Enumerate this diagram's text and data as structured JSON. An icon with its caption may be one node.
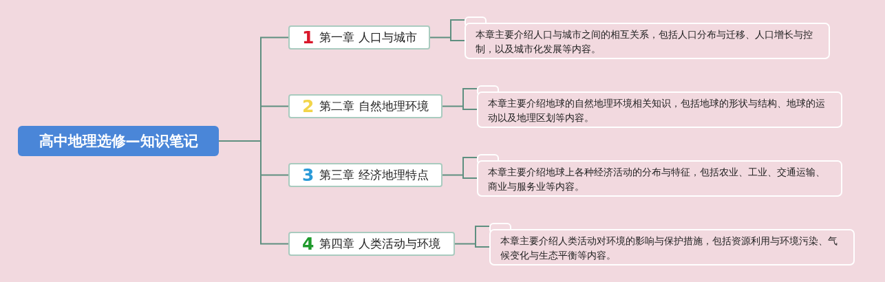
{
  "diagram": {
    "nodes": [
      {
        "text": [
          "高中地理选修—知识笔记"
        ]
      },
      {
        "text": [
          "1",
          "第一章 人口与城市"
        ]
      },
      {
        "text": [
          "2",
          "第二章 自然地理环境"
        ]
      },
      {
        "text": [
          "3",
          "第三章 经济地理特点"
        ]
      },
      {
        "text": [
          "4",
          "第四章 人类活动与环境"
        ]
      },
      {
        "text": [
          "本章主要介绍人口与城市之间的相互关系，包括人口分布与迁移、人口增长与控制，以及城市化发展等内容。"
        ]
      },
      {
        "text": [
          "本章主要介绍地球的自然地理环境相关知识，包括地球的形状与结构、地球的运动以及地理区划等内容。"
        ]
      },
      {
        "text": [
          "本章主要介绍地球上各种经济活动的分布与特征，包括农业、工业、交通运输、商业与服务业等内容。"
        ]
      },
      {
        "text": [
          "本章主要介绍人类活动对环境的影响与保护措施，包括资源利用与环境污染、气候变化与生态平衡等内容。"
        ]
      }
    ],
    "edges": [
      {
        "from": 0,
        "to": 1,
        "arrow": "none"
      },
      {
        "from": 0,
        "to": 2,
        "arrow": "none"
      },
      {
        "from": 0,
        "to": 3,
        "arrow": "none"
      },
      {
        "from": 0,
        "to": 4,
        "arrow": "none"
      },
      {
        "from": 1,
        "to": 5,
        "arrow": "none"
      },
      {
        "from": 2,
        "to": 6,
        "arrow": "none"
      },
      {
        "from": 3,
        "to": 7,
        "arrow": "none"
      },
      {
        "from": 4,
        "to": 8,
        "arrow": "none"
      }
    ]
  }
}
